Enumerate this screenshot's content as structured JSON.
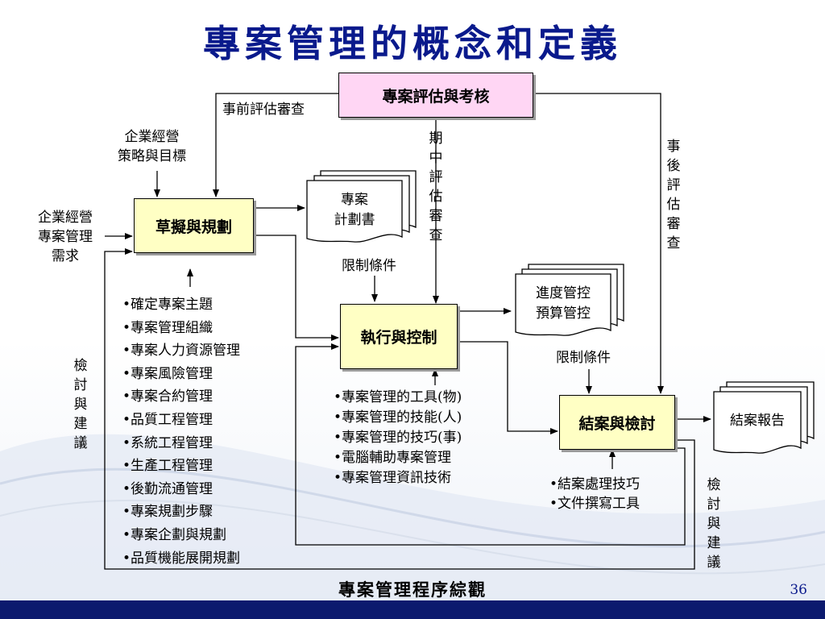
{
  "title": "專案管理的概念和定義",
  "footer": "專案管理程序綜觀",
  "page_number": "36",
  "nodes": {
    "evaluation": "專案評估與考核",
    "planning": "草擬與規劃",
    "execution": "執行與控制",
    "closing": "結案與檢討"
  },
  "documents": {
    "plan": [
      "專案",
      "計劃書"
    ],
    "progress": [
      "進度管控",
      "預算管控"
    ],
    "report": "結案報告"
  },
  "labels": {
    "pre_review": "事前評估審查",
    "mid_review": "期中評估審查",
    "post_review": "事後評估審查",
    "strategy": [
      "企業經營",
      "策略與目標"
    ],
    "demand": [
      "企業經營",
      "專案管理",
      "需求"
    ],
    "constraint_1": "限制條件",
    "constraint_2": "限制條件",
    "review_left": "檢討與建議",
    "review_right": "檢討與建議"
  },
  "planning_items": [
    "確定專案主題",
    "專案管理組織",
    "專案人力資源管理",
    "專案風險管理",
    "專案合約管理",
    "品質工程管理",
    "系統工程管理",
    "生產工程管理",
    "後勤流通管理",
    "專案規劃步驟",
    "專案企劃與規劃",
    "品質機能展開規劃"
  ],
  "execution_items": [
    "專案管理的工具(物)",
    "專案管理的技能(人)",
    "專案管理的技巧(事)",
    "電腦輔助專案管理",
    "專案管理資訊技術"
  ],
  "closing_items": [
    "結案處理技巧",
    "文件撰寫工具"
  ],
  "colors": {
    "title": "#0a1a8c",
    "node_fill": "#ffffc4",
    "eval_fill": "#ffd6f4",
    "bar": "#0c1a6e"
  }
}
